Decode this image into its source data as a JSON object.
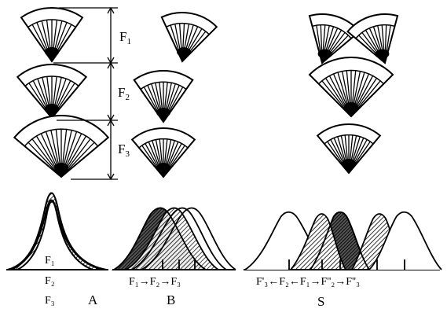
{
  "figure": {
    "focal_labels": {
      "f1": "F",
      "f1_sub": "1",
      "f2": "F",
      "f2_sub": "2",
      "f3": "F",
      "f3_sub": "3"
    },
    "panel_a": {
      "stack": [
        "F₁",
        "F₂",
        "F₃"
      ],
      "letter": "A"
    },
    "panel_b": {
      "axis_text": "F₁→F₂→F₃",
      "letter": "B"
    },
    "panel_s": {
      "axis_text": "F'₃←F₂←F₁→F''₂→F''₃",
      "letter": "S"
    }
  }
}
